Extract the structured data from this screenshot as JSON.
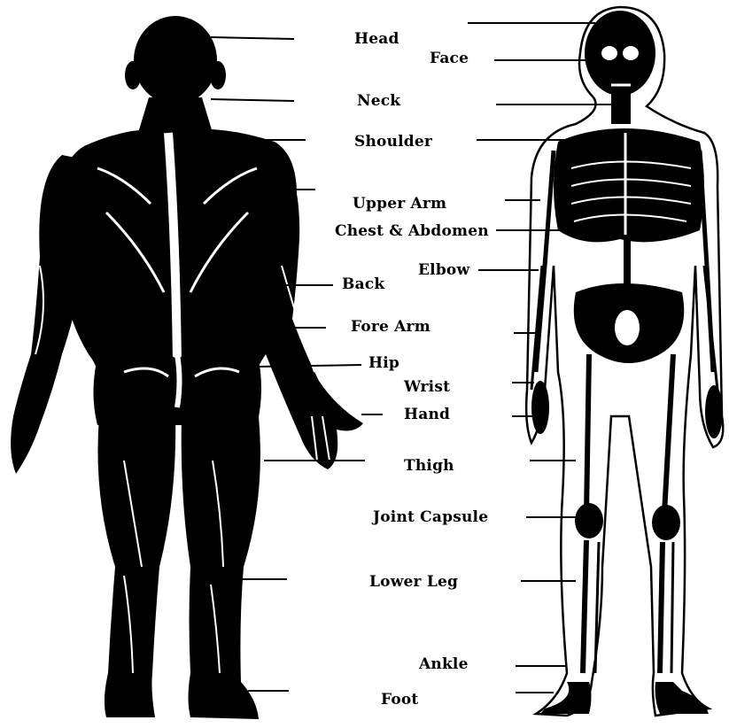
{
  "labels": {
    "head": "Head",
    "face": "Face",
    "neck": "Neck",
    "shoulder": "Shoulder",
    "upper_arm": "Upper Arm",
    "chest_abdomen": "Chest & Abdomen",
    "elbow": "Elbow",
    "back": "Back",
    "fore_arm": "Fore Arm",
    "hip": "Hip",
    "wrist": "Wrist",
    "hand": "Hand",
    "thigh": "Thigh",
    "joint_capsule": "Joint Capsule",
    "lower_leg": "Lower Leg",
    "ankle": "Ankle",
    "foot": "Foot"
  },
  "figures": {
    "left": "muscular-body-back-view",
    "right": "skeleton-front-view"
  },
  "colors": {
    "ink": "#000000",
    "paper": "#ffffff"
  }
}
